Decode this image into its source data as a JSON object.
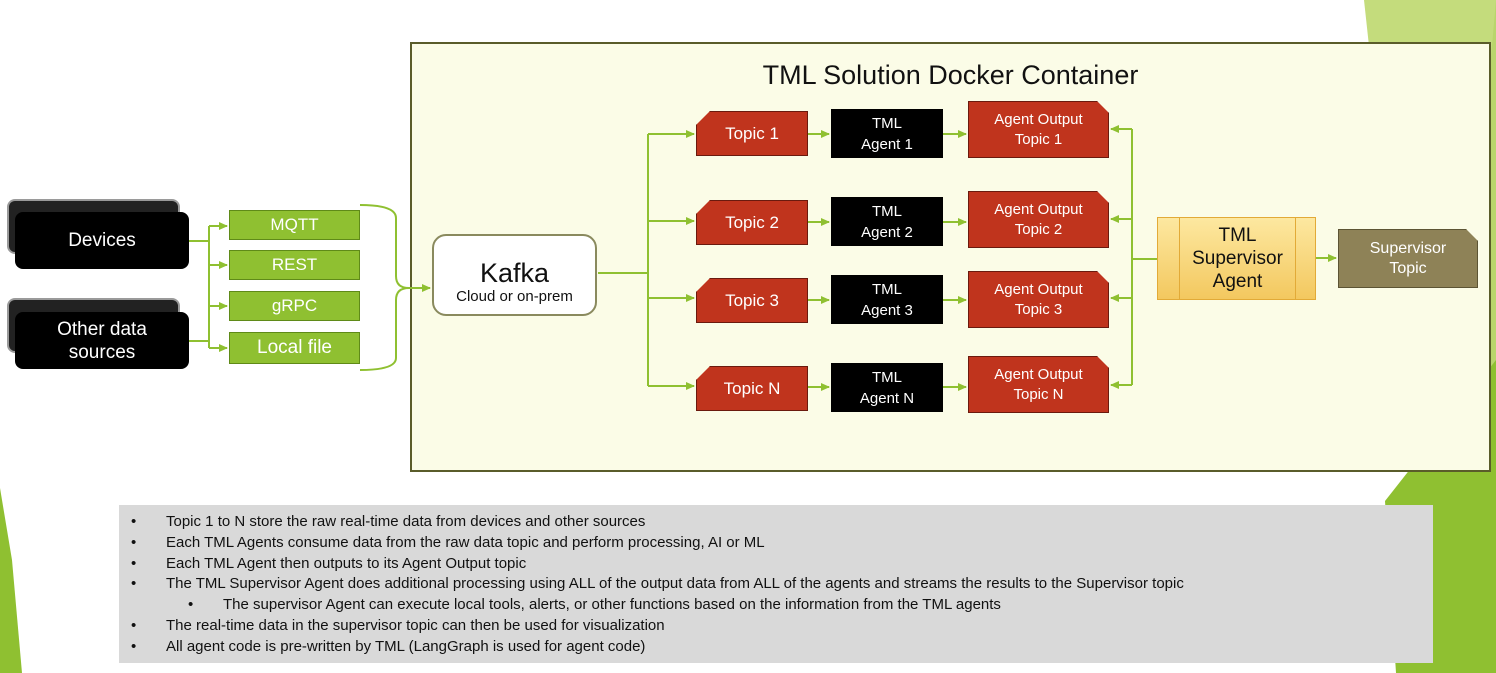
{
  "title": "TML Solution Docker Container",
  "sources": [
    "Devices",
    "Other data sources"
  ],
  "protocols": [
    "MQTT",
    "REST",
    "gRPC",
    "Local file"
  ],
  "kafka": {
    "title": "Kafka",
    "subtitle": "Cloud or on-prem"
  },
  "rows": [
    {
      "topic": "Topic 1",
      "agent_line1": "TML",
      "agent_line2": "Agent 1",
      "output_line1": "Agent Output",
      "output_line2": "Topic 1"
    },
    {
      "topic": "Topic 2",
      "agent_line1": "TML",
      "agent_line2": "Agent 2",
      "output_line1": "Agent Output",
      "output_line2": "Topic 2"
    },
    {
      "topic": "Topic 3",
      "agent_line1": "TML",
      "agent_line2": "Agent 3",
      "output_line1": "Agent Output",
      "output_line2": "Topic 3"
    },
    {
      "topic": "Topic N",
      "agent_line1": "TML",
      "agent_line2": "Agent N",
      "output_line1": "Agent Output",
      "output_line2": "Topic N"
    }
  ],
  "supervisor_agent": {
    "line1": "TML",
    "line2": "Supervisor",
    "line3": "Agent"
  },
  "supervisor_topic": {
    "line1": "Supervisor",
    "line2": "Topic"
  },
  "notes": [
    "Topic 1 to N store the raw real-time data from devices and other sources",
    "Each TML Agents consume data from the raw data topic and perform processing, AI or ML",
    "Each TML Agent then outputs to its Agent Output topic",
    "The TML Supervisor Agent does additional processing using ALL of the output data from ALL of the agents and streams the results to the Supervisor topic",
    "The supervisor Agent can execute local tools, alerts, or other functions based on the information from the TML agents",
    "The real-time data in the supervisor topic can then be used for visualization",
    "All agent code is pre-written by TML (LangGraph is used for agent code)"
  ],
  "colors": {
    "accent_green": "#8fc031",
    "topic_red": "#c0341d",
    "agent_black": "#000000",
    "supervisor_gold": "#f3c85f",
    "supervisor_topic": "#8e8257",
    "container_bg": "#fbfce7",
    "notes_bg": "#d9d9d9"
  }
}
